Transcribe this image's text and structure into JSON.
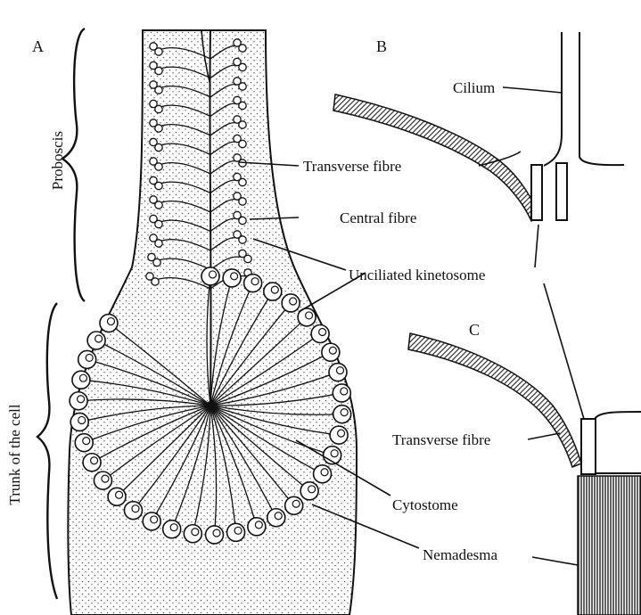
{
  "panels": {
    "a": "A",
    "b": "B",
    "c": "C"
  },
  "side_labels": {
    "proboscis": "Proboscis",
    "trunk": "Trunk of the cell"
  },
  "labels": {
    "cilium": "Cilium",
    "transverse_fibre": "Transverse fibre",
    "central_fibre": "Central fibre",
    "unciliated_kinetosome": "Unciliated kinetosome",
    "transverse_fibre_c": "Transverse fibre",
    "cytostome": "Cytostome",
    "nemadesma": "Nemadesma"
  },
  "colors": {
    "ink": "#111111",
    "stipple": "#555555",
    "background": "#ffffff"
  }
}
